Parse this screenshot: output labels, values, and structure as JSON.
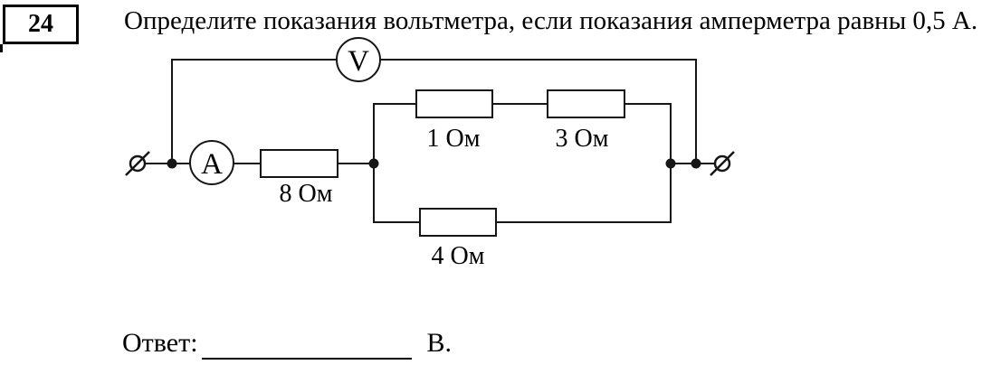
{
  "problem": {
    "number": "24",
    "question": "Определите показания вольтметра, если показания амперметра равны 0,5 А."
  },
  "circuit": {
    "voltmeter_label": "V",
    "ammeter_label": "A",
    "labels": {
      "r8": "8 Ом",
      "r1": "1 Ом",
      "r3": "3 Ом",
      "r4": "4 Ом"
    }
  },
  "answer": {
    "label": "Ответ:",
    "unit": "В."
  },
  "colors": {
    "ink": "#000000",
    "paper": "#ffffff"
  }
}
